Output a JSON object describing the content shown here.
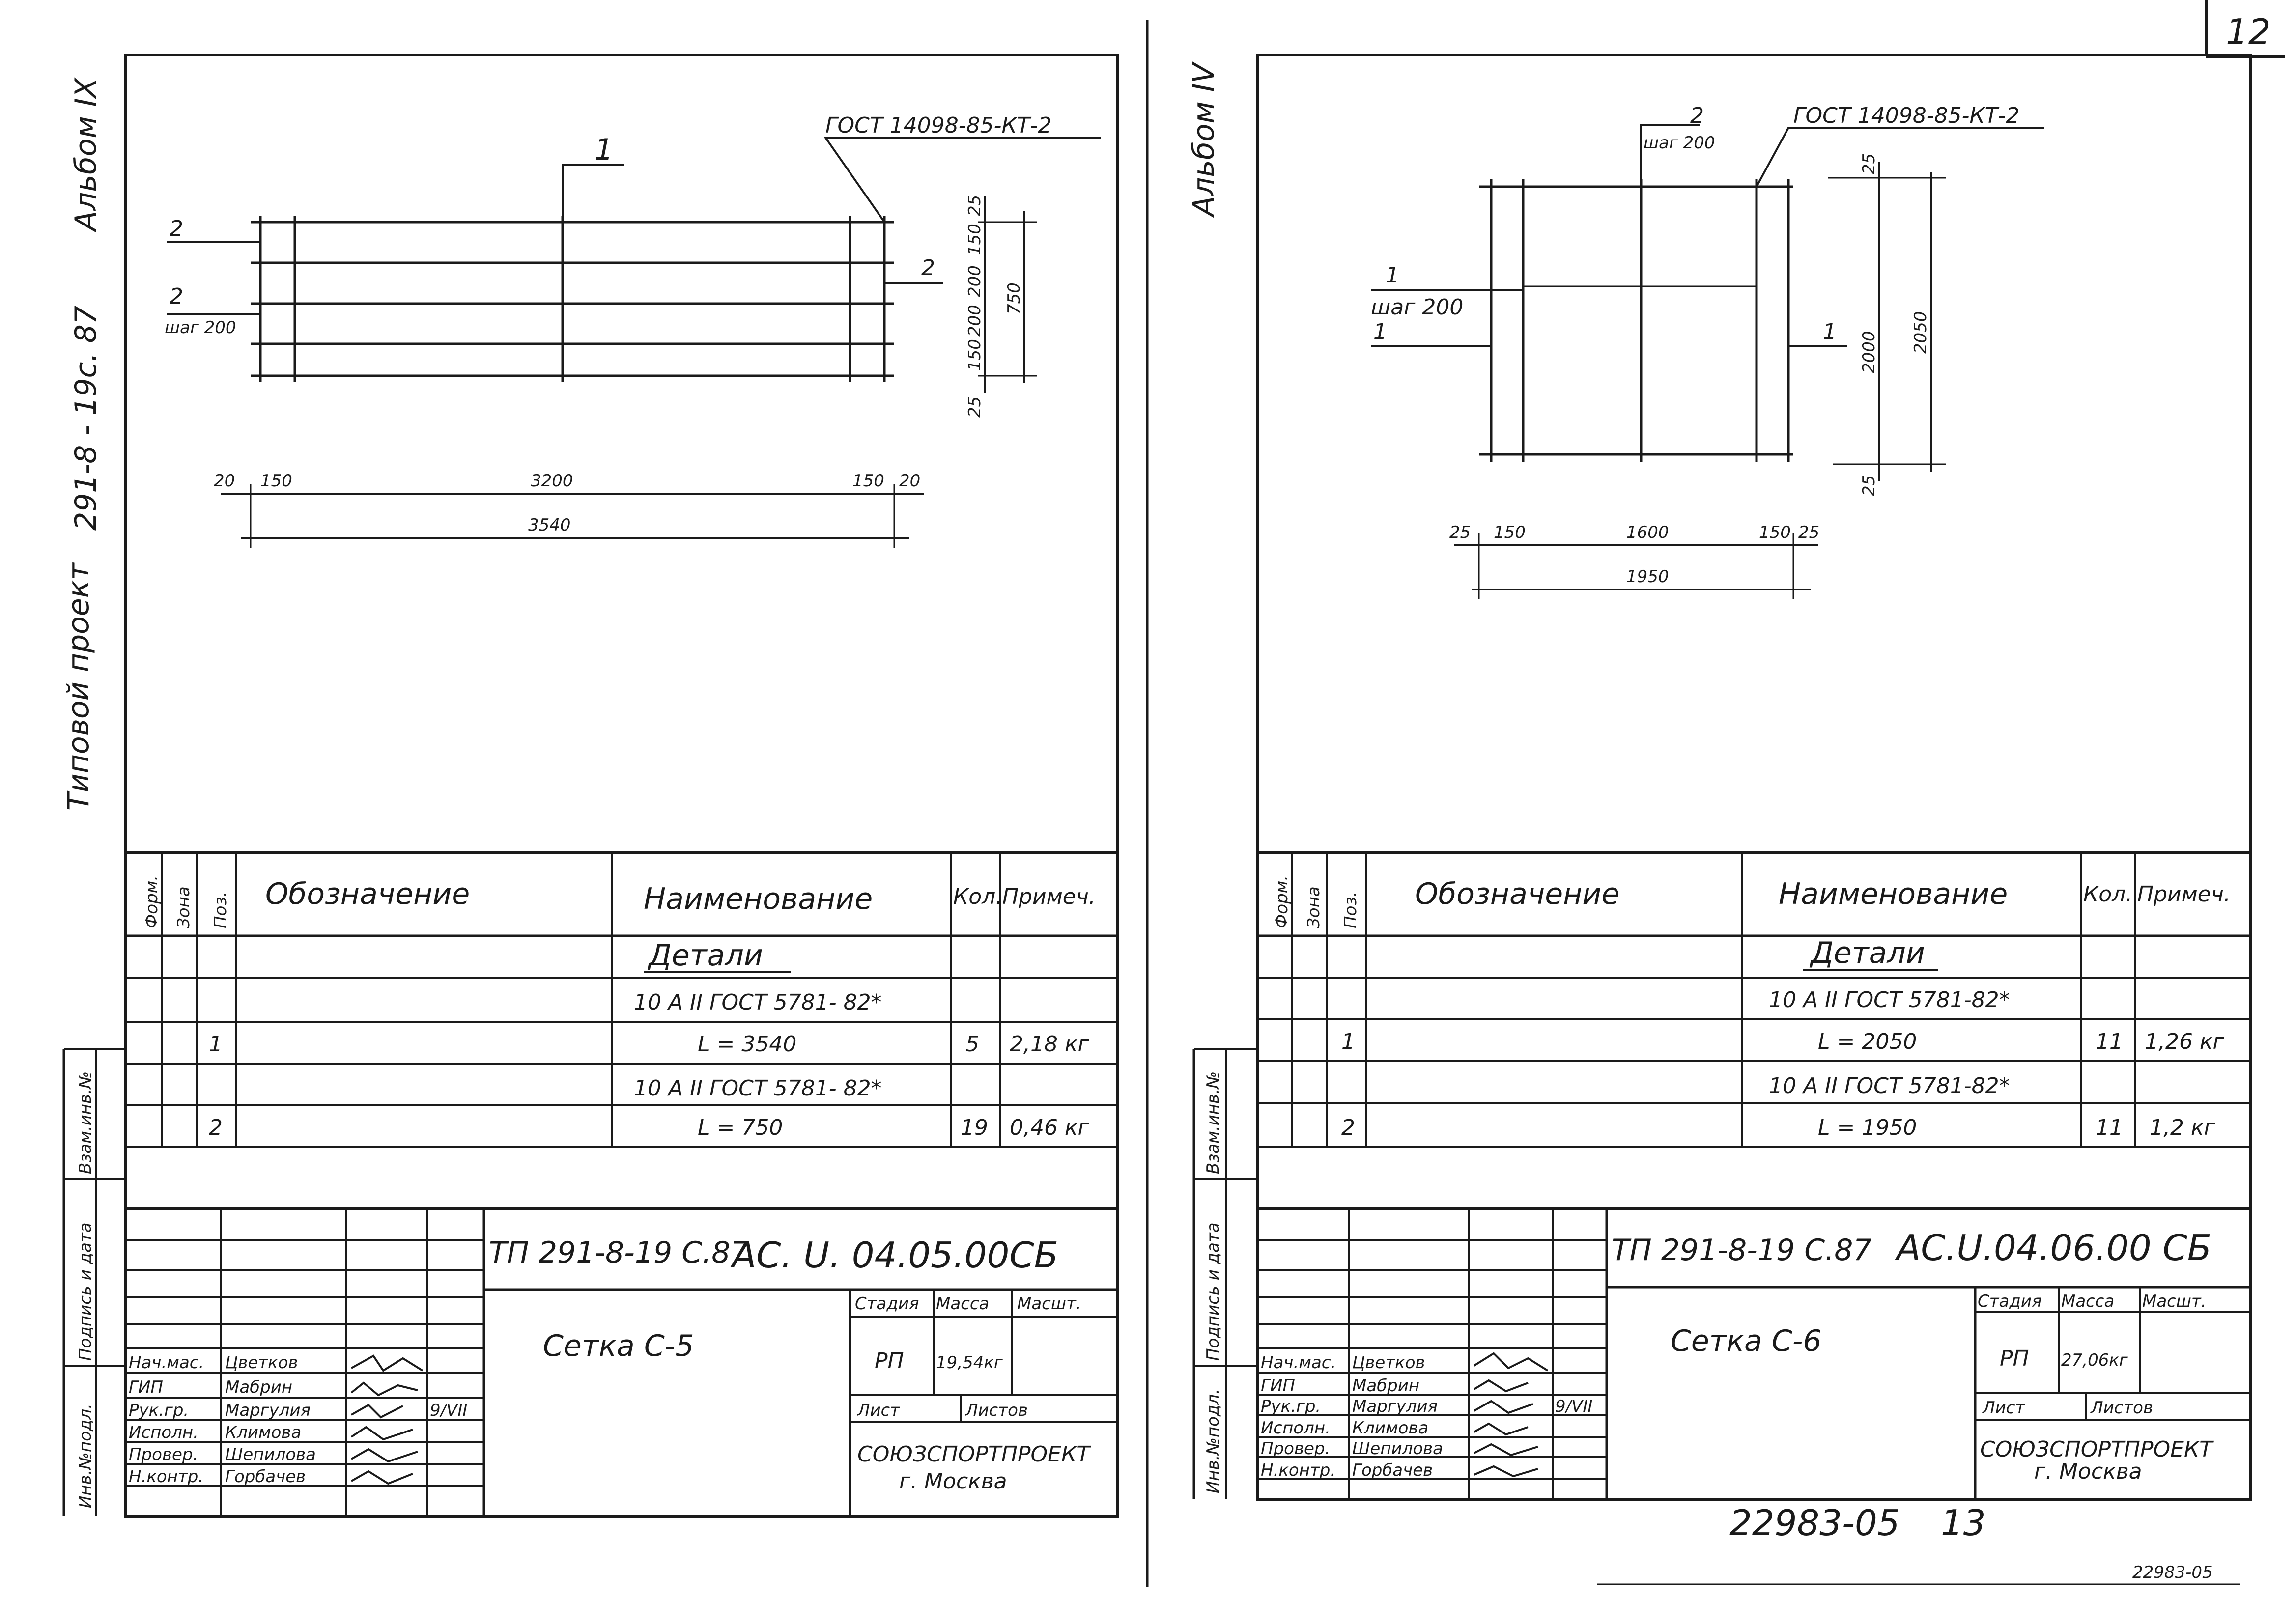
{
  "sheet_number": "12",
  "archive_number": "22983-05",
  "archive_stamp_page": "13",
  "archive_number_small": "22983-05",
  "left": {
    "side": {
      "album": "Альбом IX",
      "project_code": "291-8 - 19с. 87",
      "project_type": "Типовой проект"
    },
    "drawing": {
      "callout_1": "1",
      "gost": "ГОСТ 14098-85-КТ-2",
      "label_2a": "2",
      "label_2b": "2",
      "step": "шаг 200",
      "label_2c": "2",
      "dims_vertical": [
        "25",
        "150",
        "200",
        "200",
        "150",
        "25"
      ],
      "dim_total_vertical": "750",
      "dims_horizontal": [
        "20",
        "150",
        "3200",
        "150",
        "20"
      ],
      "dim_total_horizontal": "3540"
    },
    "spec": {
      "headers": {
        "form": "Форм.",
        "zone": "Зона",
        "pos": "Поз.",
        "designation": "Обозначение",
        "name": "Наименование",
        "qty": "Кол.",
        "note": "Примеч."
      },
      "section": "Детали",
      "rows": [
        {
          "pos": "",
          "name": "10 А II ГОСТ 5781- 82*",
          "qty": "",
          "note": ""
        },
        {
          "pos": "1",
          "name": "L = 3540",
          "qty": "5",
          "note": "2,18 кг"
        },
        {
          "pos": "",
          "name": "10 А II ГОСТ 5781- 82*",
          "qty": "",
          "note": ""
        },
        {
          "pos": "2",
          "name": "L = 750",
          "qty": "19",
          "note": "0,46 кг"
        }
      ]
    },
    "side_stamp": {
      "a": "Инв.№подл.",
      "b": "Подпись и дата",
      "c": "Взам.инв.№"
    },
    "title_block": {
      "doc_code": "ТП 291-8-19 С.87",
      "doc_designation": "АС. U. 04.05.00СБ",
      "title": "Сетка С-5",
      "stage_label": "Стадия",
      "mass_label": "Масса",
      "scale_label": "Масшт.",
      "stage": "РП",
      "mass": "19,54кг",
      "sheet_label": "Лист",
      "sheets_label": "Листов",
      "org": "СОЮЗСПОРТПРОЕКТ",
      "city": "г. Москва",
      "people": [
        {
          "role": "Нач.мас.",
          "name": "Цветков",
          "date": ""
        },
        {
          "role": "ГИП",
          "name": "Мабрин",
          "date": ""
        },
        {
          "role": "Рук.гр.",
          "name": "Маргулия",
          "date": "9/VII"
        },
        {
          "role": "Исполн.",
          "name": "Климова",
          "date": ""
        },
        {
          "role": "Провер.",
          "name": "Шепилова",
          "date": ""
        },
        {
          "role": "Н.контр.",
          "name": "Горбачев",
          "date": ""
        }
      ]
    }
  },
  "right": {
    "side": {
      "album": "Альбом IV"
    },
    "drawing": {
      "label_2": "2",
      "step_top": "шаг 200",
      "gost": "ГОСТ 14098-85-КТ-2",
      "label_1a": "1",
      "step_left": "шаг 200",
      "label_1b": "1",
      "label_1c": "1",
      "dims_vertical": [
        "25",
        "2000",
        "25"
      ],
      "dim_total_vertical": "2050",
      "dims_horizontal": [
        "25",
        "150",
        "1600",
        "150",
        "25"
      ],
      "dim_total_horizontal": "1950"
    },
    "spec": {
      "headers": {
        "form": "Форм.",
        "zone": "Зона",
        "pos": "Поз.",
        "designation": "Обозначение",
        "name": "Наименование",
        "qty": "Кол.",
        "note": "Примеч."
      },
      "section": "Детали",
      "rows": [
        {
          "pos": "",
          "name": "10 А II ГОСТ 5781-82*",
          "qty": "",
          "note": ""
        },
        {
          "pos": "1",
          "name": "L = 2050",
          "qty": "11",
          "note": "1,26 кг"
        },
        {
          "pos": "",
          "name": "10 А II ГОСТ 5781-82*",
          "qty": "",
          "note": ""
        },
        {
          "pos": "2",
          "name": "L = 1950",
          "qty": "11",
          "note": "1,2 кг"
        }
      ]
    },
    "side_stamp": {
      "a": "Инв.№подл.",
      "b": "Подпись и дата",
      "c": "Взам.инв.№"
    },
    "title_block": {
      "doc_code": "ТП 291-8-19 С.87",
      "doc_designation": "АС.U.04.06.00 СБ",
      "title": "Сетка С-6",
      "stage_label": "Стадия",
      "mass_label": "Масса",
      "scale_label": "Масшт.",
      "stage": "РП",
      "mass": "27,06кг",
      "sheet_label": "Лист",
      "sheets_label": "Листов",
      "org": "СОЮЗСПОРТПРОЕКТ",
      "city": "г. Москва",
      "people": [
        {
          "role": "Нач.мас.",
          "name": "Цветков",
          "date": ""
        },
        {
          "role": "ГИП",
          "name": "Мабрин",
          "date": ""
        },
        {
          "role": "Рук.гр.",
          "name": "Маргулия",
          "date": "9/VII"
        },
        {
          "role": "Исполн.",
          "name": "Климова",
          "date": ""
        },
        {
          "role": "Провер.",
          "name": "Шепилова",
          "date": ""
        },
        {
          "role": "Н.контр.",
          "name": "Горбачев",
          "date": ""
        }
      ]
    }
  }
}
